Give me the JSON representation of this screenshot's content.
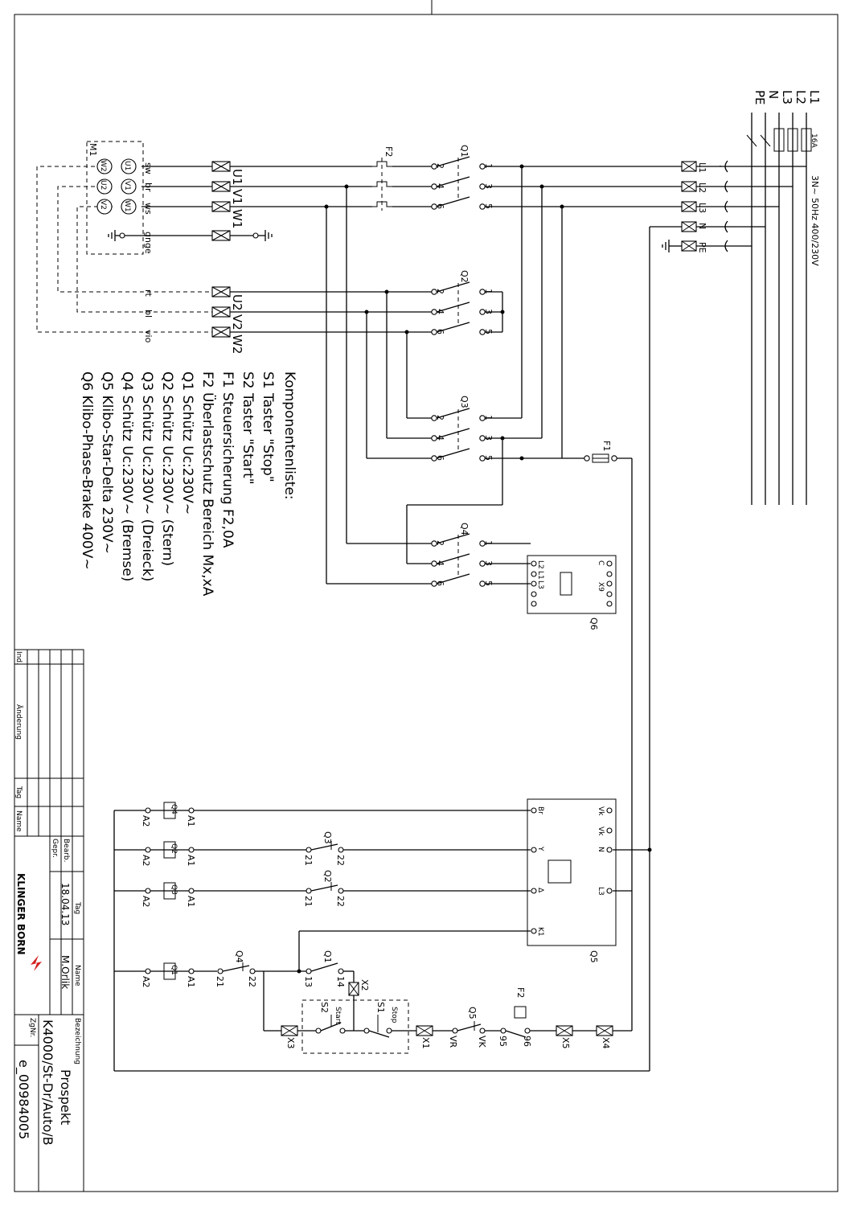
{
  "supply": {
    "phases": [
      "L1",
      "L2",
      "L3",
      "N",
      "PE"
    ],
    "fuse": "16A",
    "rating": "3N~ 50Hz 400/230V",
    "terminals": [
      "L1",
      "L2",
      "L3",
      "N",
      "PE"
    ]
  },
  "motor": {
    "label": "M1",
    "windings": [
      "U1",
      "V1",
      "W1",
      "W2",
      "U2",
      "V2"
    ],
    "wire_colors_a": [
      "sw",
      "br",
      "ws",
      "gnge"
    ],
    "wire_colors_b": [
      "rt",
      "bl",
      "vio"
    ],
    "terminals_a": [
      "U1",
      "V1",
      "W1"
    ],
    "terminals_b": [
      "U2",
      "V2",
      "W2"
    ]
  },
  "devices": {
    "f2": "F2",
    "q1": "Q1",
    "q2": "Q2",
    "q3": "Q3",
    "q4": "Q4",
    "f1": "F1",
    "q6": "Q6",
    "q5": "Q5",
    "q6_pins": [
      "L2",
      "L1",
      "L3",
      "C",
      "X9"
    ],
    "q5_pins": [
      "Br",
      "Y",
      "Δ",
      "K1",
      "Vk",
      "Vk",
      "N",
      "L3"
    ],
    "contact_numbers": [
      "1",
      "3",
      "5",
      "2",
      "4",
      "6"
    ]
  },
  "control": {
    "coils": [
      "Q4",
      "Q2",
      "Q3",
      "Q1"
    ],
    "coil_pins": [
      "A1",
      "A2"
    ],
    "aux_contacts": [
      {
        "name": "Q3",
        "pins": [
          "21",
          "22"
        ]
      },
      {
        "name": "Q2",
        "pins": [
          "21",
          "22"
        ]
      },
      {
        "name": "Q4",
        "pins": [
          "21",
          "22"
        ]
      },
      {
        "name": "Q1",
        "pins": [
          "13",
          "14"
        ]
      }
    ],
    "x2": "X2",
    "s2": "S2",
    "s2_label": "Start",
    "s1": "S1",
    "s1_label": "Stop",
    "q5_contact": "Q5",
    "q5_pins": [
      "VR",
      "VK"
    ],
    "f2": "F2",
    "f2_pins": [
      "95",
      "96"
    ],
    "terminals": [
      "X3",
      "X1",
      "X5",
      "X4"
    ]
  },
  "component_list": {
    "title": "Komponentenliste:",
    "items": [
      "S1  Taster \"Stop\"",
      "S2  Taster \"Start\"",
      "F1  Steuersicherung F2,0A",
      "F2  Überlastschutz Bereich Mx,xA",
      "Q1  Schütz Uc:230V~",
      "Q2  Schütz Uc:230V~ (Stern)",
      "Q3  Schütz Uc:230V~ (Dreieck)",
      "Q4  Schütz Uc:230V~ (Bremse)",
      "Q5  Klibo-Star-Delta 230V~",
      "Q6  Klibo-Phase-Brake 400V~"
    ]
  },
  "title_block": {
    "col_headers": [
      "Ind.",
      "Änderung",
      "Tag",
      "Name"
    ],
    "bearb": "Bearb.",
    "gepr": "Gepr.",
    "tag": "Tag",
    "name": "Name",
    "date": "18.04.13",
    "author": "M.Orlik",
    "company": "KLINGER BORN",
    "bezeichnung_label": "Bezeichnung",
    "title1": "Prospekt",
    "title2": "K4000/St-Dr/Auto/B",
    "zgnr_label": "ZgNr.",
    "drawing_number": "e_00984005"
  }
}
